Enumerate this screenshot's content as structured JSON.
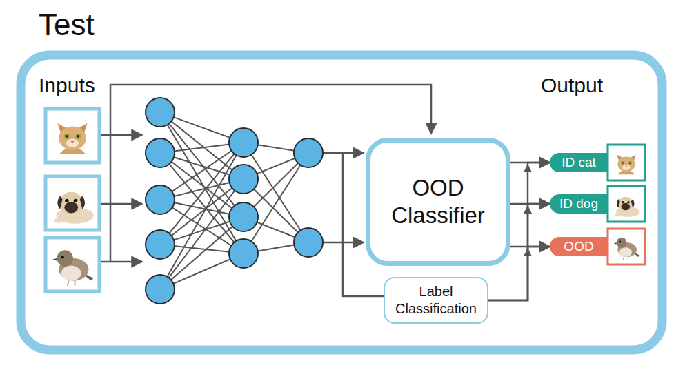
{
  "diagram": {
    "title": "Test",
    "nodes": [
      {
        "text": [
          "OOD Classifier"
        ]
      },
      {
        "text": [
          "Label Classification"
        ]
      },
      {
        "text": [
          "ID cat"
        ]
      },
      {
        "text": [
          "ID dog"
        ]
      },
      {
        "text": [
          "OOD"
        ]
      }
    ],
    "edges": [
      {
        "from": 0,
        "to": 2,
        "arrow": "to"
      },
      {
        "from": 0,
        "to": 3,
        "arrow": "to"
      },
      {
        "from": 0,
        "to": 4,
        "arrow": "to"
      },
      {
        "from": 1,
        "to": 2,
        "arrow": "to"
      },
      {
        "from": 1,
        "to": 3,
        "arrow": "to"
      },
      {
        "from": 1,
        "to": 4,
        "arrow": "to"
      }
    ],
    "labels": [
      "Inputs",
      "Output"
    ]
  }
}
